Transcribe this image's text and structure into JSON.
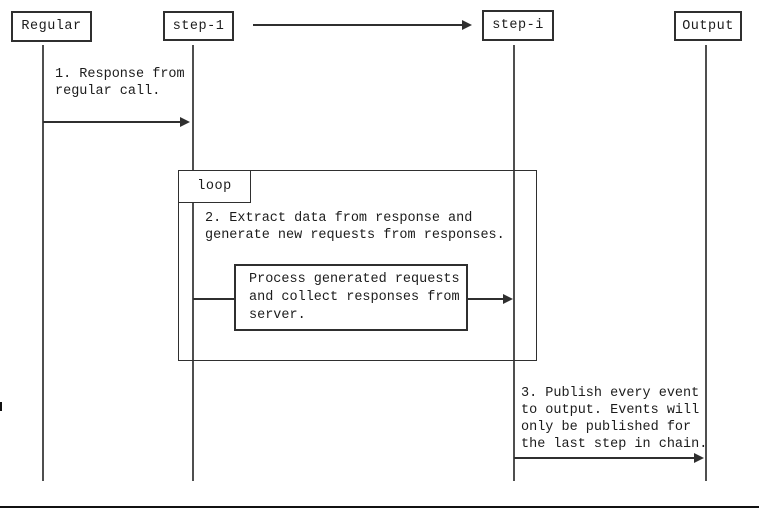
{
  "diagram": {
    "title": "sequence diagram: step chain publishing",
    "participants": [
      {
        "id": "regular",
        "label": "Regular"
      },
      {
        "id": "step-1",
        "label": "step-1"
      },
      {
        "id": "step-i",
        "label": "step-i"
      },
      {
        "id": "output",
        "label": "Output"
      }
    ],
    "loop_label": "loop",
    "messages": {
      "msg1": "1. Response from\nregular call.",
      "msg2": "2. Extract data from response and\ngenerate new requests from responses.",
      "process_box": "Process generated requests\nand collect responses from\nserver.",
      "msg3": "3. Publish every event\nto output. Events will\nonly be published for\nthe last step in chain."
    },
    "colors": {
      "line": "#2f2f2f",
      "lifeline": "#4f4f4f",
      "text": "#1c1c1c",
      "background": "#ffffff"
    }
  }
}
